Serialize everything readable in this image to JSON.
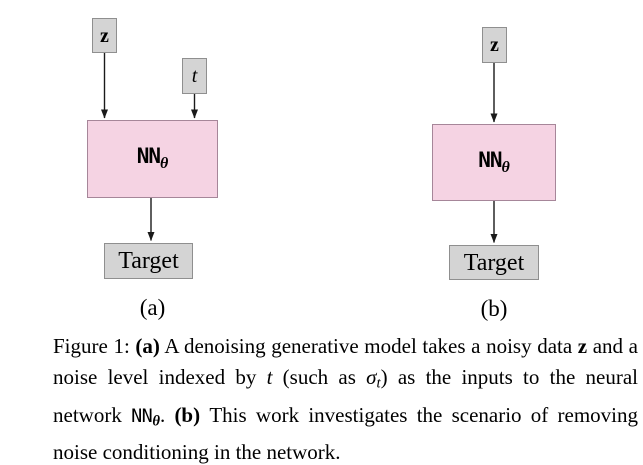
{
  "figure": {
    "colors": {
      "background": "#ffffff",
      "text": "#000000",
      "node-fill": "#d4d4d4",
      "node-border": "#8f8f8f",
      "nn-fill": "#f5d3e3",
      "nn-border": "#a68699",
      "arrow": "#1a1a1a"
    },
    "panels": [
      {
        "id": "a",
        "label": "(a)",
        "nodes": {
          "z": "z",
          "t": "t",
          "nn": "NN",
          "nn_sub": "θ",
          "target": "Target"
        }
      },
      {
        "id": "b",
        "label": "(b)",
        "nodes": {
          "z": "z",
          "nn": "NN",
          "nn_sub": "θ",
          "target": "Target"
        }
      }
    ],
    "caption": {
      "segments": [
        {
          "text": "Figure 1: ",
          "style": "normal"
        },
        {
          "text": "(a)",
          "style": "bold"
        },
        {
          "text": " A denoising generative model takes a noisy data ",
          "style": "normal"
        },
        {
          "text": "z",
          "style": "bold"
        },
        {
          "text": " and a noise level indexed by ",
          "style": "normal"
        },
        {
          "text": "t",
          "style": "italic"
        },
        {
          "text": " (such as ",
          "style": "normal"
        },
        {
          "text": "σ",
          "style": "italic"
        },
        {
          "text": "t",
          "style": "italic-sub"
        },
        {
          "text": ") as the inputs to the neural network ",
          "style": "normal"
        },
        {
          "text": "NN",
          "style": "mono"
        },
        {
          "text": "θ",
          "style": "bold-italic-sub"
        },
        {
          "text": ". ",
          "style": "normal"
        },
        {
          "text": "(b)",
          "style": "bold"
        },
        {
          "text": " This work investigates the scenario of removing noise conditioning in the network.",
          "style": "normal"
        }
      ]
    }
  }
}
